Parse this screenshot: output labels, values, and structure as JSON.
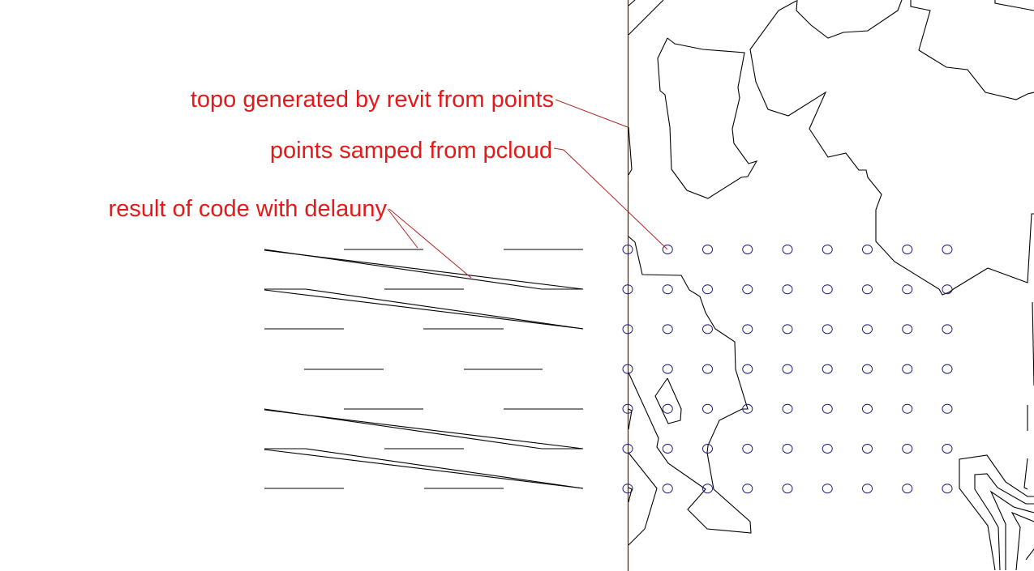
{
  "annotations": {
    "topo_label": "topo generated by revit from points",
    "points_label": "points samped from pcloud",
    "result_label": "result of code with delauny"
  },
  "colors": {
    "annotation_text": "#e41a1a",
    "leader": "#b02525",
    "points": "#1a1a7a",
    "lines": "#000000"
  }
}
